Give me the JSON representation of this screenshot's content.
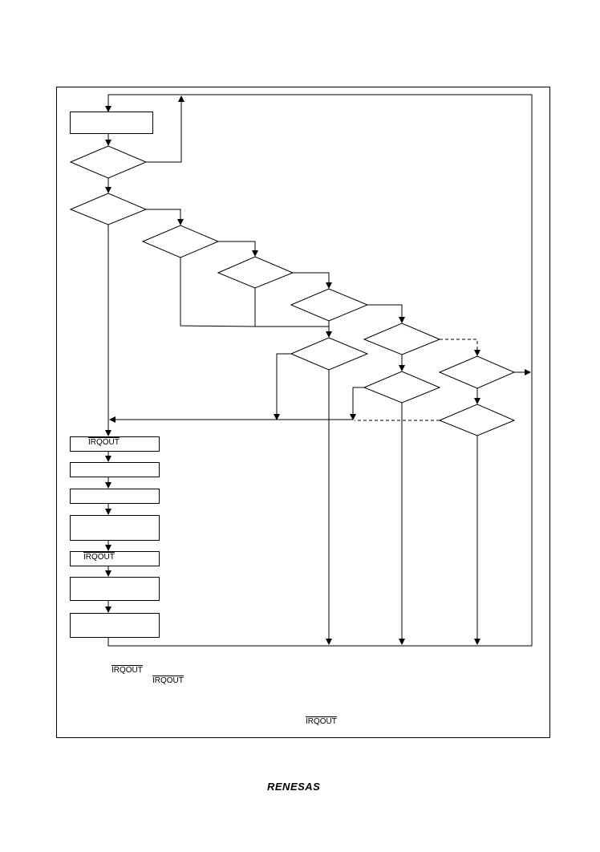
{
  "signal_name": "IRQOUT",
  "boxes": {
    "irqout_box_1": "IRQOUT",
    "irqout_box_2": "IRQOUT"
  },
  "notes": {
    "note_signal_a": "IRQOUT",
    "note_signal_b": "IRQOUT",
    "note_signal_c": "IRQOUT"
  },
  "footer": {
    "logo_text": "RENESAS"
  },
  "colors": {
    "line": "#000000",
    "background": "#ffffff"
  }
}
